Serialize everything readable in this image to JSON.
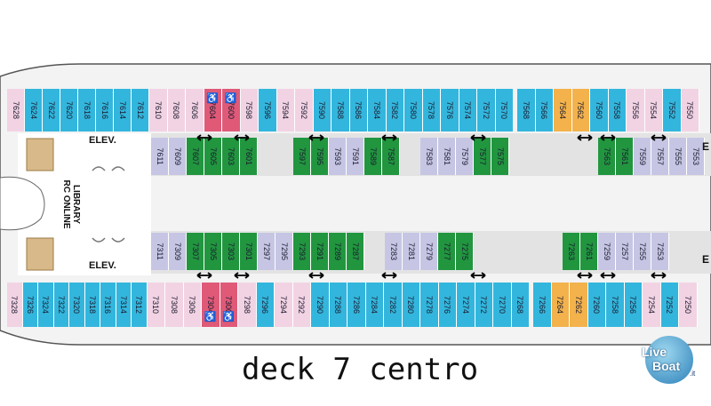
{
  "title": "deck 7 centro",
  "labels": {
    "elev": "ELEV.",
    "library": "LIBRARY\nRC ONLINE",
    "wheelchair": "♿"
  },
  "logo": {
    "text_1": "Live",
    "text_2": "Boat",
    "suffix": ".it"
  },
  "colors": {
    "blue": "#33b6dd",
    "lavender": "#c6c6e4",
    "green": "#21963f",
    "pink": "#f2d3e3",
    "red": "#e05a78",
    "orange": "#f3b24c",
    "corridor": "#e3e3e3",
    "hull": "#f3f3f3"
  },
  "cabin_rows": {
    "port_outer": [
      {
        "n": "7628",
        "c": "pink"
      },
      {
        "n": "7624",
        "c": "blue"
      },
      {
        "n": "7622",
        "c": "blue"
      },
      {
        "n": "7620",
        "c": "blue"
      },
      {
        "n": "7618",
        "c": "blue"
      },
      {
        "n": "7616",
        "c": "blue"
      },
      {
        "n": "7614",
        "c": "blue"
      },
      {
        "n": "7612",
        "c": "blue"
      },
      {
        "n": "7610",
        "c": "pink"
      },
      {
        "n": "7608",
        "c": "pink"
      },
      {
        "n": "7606",
        "c": "pink"
      },
      {
        "n": "7604",
        "c": "red",
        "acc": true
      },
      {
        "n": "7600",
        "c": "red",
        "acc": true
      },
      {
        "n": "7598",
        "c": "pink"
      },
      {
        "n": "7596",
        "c": "blue"
      },
      {
        "n": "7594",
        "c": "pink"
      },
      {
        "n": "7592",
        "c": "pink"
      },
      {
        "n": "7590",
        "c": "blue"
      },
      {
        "n": "7588",
        "c": "blue"
      },
      {
        "n": "7586",
        "c": "blue"
      },
      {
        "n": "7584",
        "c": "blue"
      },
      {
        "n": "7582",
        "c": "blue"
      },
      {
        "n": "7580",
        "c": "blue"
      },
      {
        "n": "7578",
        "c": "blue"
      },
      {
        "n": "7576",
        "c": "blue"
      },
      {
        "n": "7574",
        "c": "blue"
      },
      {
        "n": "7572",
        "c": "blue"
      },
      {
        "n": "7570",
        "c": "blue"
      },
      {
        "n": "7568",
        "c": "blue"
      },
      {
        "n": "7566",
        "c": "blue"
      },
      {
        "n": "7564",
        "c": "orange"
      },
      {
        "n": "7562",
        "c": "orange"
      },
      {
        "n": "7560",
        "c": "blue"
      },
      {
        "n": "7558",
        "c": "blue"
      },
      {
        "n": "7556",
        "c": "pink"
      },
      {
        "n": "7554",
        "c": "pink"
      },
      {
        "n": "7552",
        "c": "blue"
      },
      {
        "n": "7550",
        "c": "pink"
      }
    ],
    "port_inner": [
      {
        "n": "7611",
        "c": "lavender"
      },
      {
        "n": "7609",
        "c": "lavender"
      },
      {
        "n": "7607",
        "c": "green"
      },
      {
        "n": "7605",
        "c": "green"
      },
      {
        "n": "7603",
        "c": "green"
      },
      {
        "n": "7601",
        "c": "green"
      },
      {
        "n": "7597",
        "c": "green"
      },
      {
        "n": "7595",
        "c": "green"
      },
      {
        "n": "7593",
        "c": "lavender"
      },
      {
        "n": "7591",
        "c": "lavender"
      },
      {
        "n": "7589",
        "c": "green"
      },
      {
        "n": "7587",
        "c": "green"
      },
      {
        "n": "7583",
        "c": "lavender"
      },
      {
        "n": "7581",
        "c": "lavender"
      },
      {
        "n": "7579",
        "c": "lavender"
      },
      {
        "n": "7577",
        "c": "green"
      },
      {
        "n": "7575",
        "c": "green"
      },
      {
        "n": "7563",
        "c": "green"
      },
      {
        "n": "7561",
        "c": "green"
      },
      {
        "n": "7559",
        "c": "lavender"
      },
      {
        "n": "7557",
        "c": "lavender"
      },
      {
        "n": "7555",
        "c": "lavender"
      },
      {
        "n": "7553",
        "c": "lavender"
      }
    ],
    "starboard_inner": [
      {
        "n": "7311",
        "c": "lavender"
      },
      {
        "n": "7309",
        "c": "lavender"
      },
      {
        "n": "7307",
        "c": "green"
      },
      {
        "n": "7305",
        "c": "green"
      },
      {
        "n": "7303",
        "c": "green"
      },
      {
        "n": "7301",
        "c": "green"
      },
      {
        "n": "7297",
        "c": "lavender"
      },
      {
        "n": "7295",
        "c": "lavender"
      },
      {
        "n": "7293",
        "c": "green"
      },
      {
        "n": "7291",
        "c": "green"
      },
      {
        "n": "7289",
        "c": "green"
      },
      {
        "n": "7287",
        "c": "green"
      },
      {
        "n": "7283",
        "c": "lavender"
      },
      {
        "n": "7281",
        "c": "lavender"
      },
      {
        "n": "7279",
        "c": "lavender"
      },
      {
        "n": "7277",
        "c": "green"
      },
      {
        "n": "7275",
        "c": "green"
      },
      {
        "n": "7263",
        "c": "green"
      },
      {
        "n": "7261",
        "c": "green"
      },
      {
        "n": "7259",
        "c": "lavender"
      },
      {
        "n": "7257",
        "c": "lavender"
      },
      {
        "n": "7255",
        "c": "lavender"
      },
      {
        "n": "7253",
        "c": "lavender"
      }
    ],
    "starboard_outer": [
      {
        "n": "7328",
        "c": "pink"
      },
      {
        "n": "7326",
        "c": "blue"
      },
      {
        "n": "7324",
        "c": "blue"
      },
      {
        "n": "7322",
        "c": "blue"
      },
      {
        "n": "7320",
        "c": "blue"
      },
      {
        "n": "7318",
        "c": "blue"
      },
      {
        "n": "7316",
        "c": "blue"
      },
      {
        "n": "7314",
        "c": "blue"
      },
      {
        "n": "7312",
        "c": "blue"
      },
      {
        "n": "7310",
        "c": "pink"
      },
      {
        "n": "7308",
        "c": "pink"
      },
      {
        "n": "7306",
        "c": "pink"
      },
      {
        "n": "7304",
        "c": "red",
        "acc": true
      },
      {
        "n": "7300",
        "c": "red",
        "acc": true
      },
      {
        "n": "7298",
        "c": "pink"
      },
      {
        "n": "7296",
        "c": "blue"
      },
      {
        "n": "7294",
        "c": "pink"
      },
      {
        "n": "7292",
        "c": "pink"
      },
      {
        "n": "7290",
        "c": "blue"
      },
      {
        "n": "7288",
        "c": "blue"
      },
      {
        "n": "7286",
        "c": "blue"
      },
      {
        "n": "7284",
        "c": "blue"
      },
      {
        "n": "7282",
        "c": "blue"
      },
      {
        "n": "7280",
        "c": "blue"
      },
      {
        "n": "7278",
        "c": "blue"
      },
      {
        "n": "7276",
        "c": "blue"
      },
      {
        "n": "7274",
        "c": "blue"
      },
      {
        "n": "7272",
        "c": "blue"
      },
      {
        "n": "7270",
        "c": "blue"
      },
      {
        "n": "7268",
        "c": "blue"
      },
      {
        "n": "7266",
        "c": "blue"
      },
      {
        "n": "7264",
        "c": "orange"
      },
      {
        "n": "7262",
        "c": "orange"
      },
      {
        "n": "7260",
        "c": "blue"
      },
      {
        "n": "7258",
        "c": "blue"
      },
      {
        "n": "7256",
        "c": "blue"
      },
      {
        "n": "7254",
        "c": "pink"
      },
      {
        "n": "7252",
        "c": "blue"
      },
      {
        "n": "7250",
        "c": "pink"
      }
    ]
  },
  "edge_labels": {
    "port_right": "E",
    "starboard_right": "E"
  }
}
